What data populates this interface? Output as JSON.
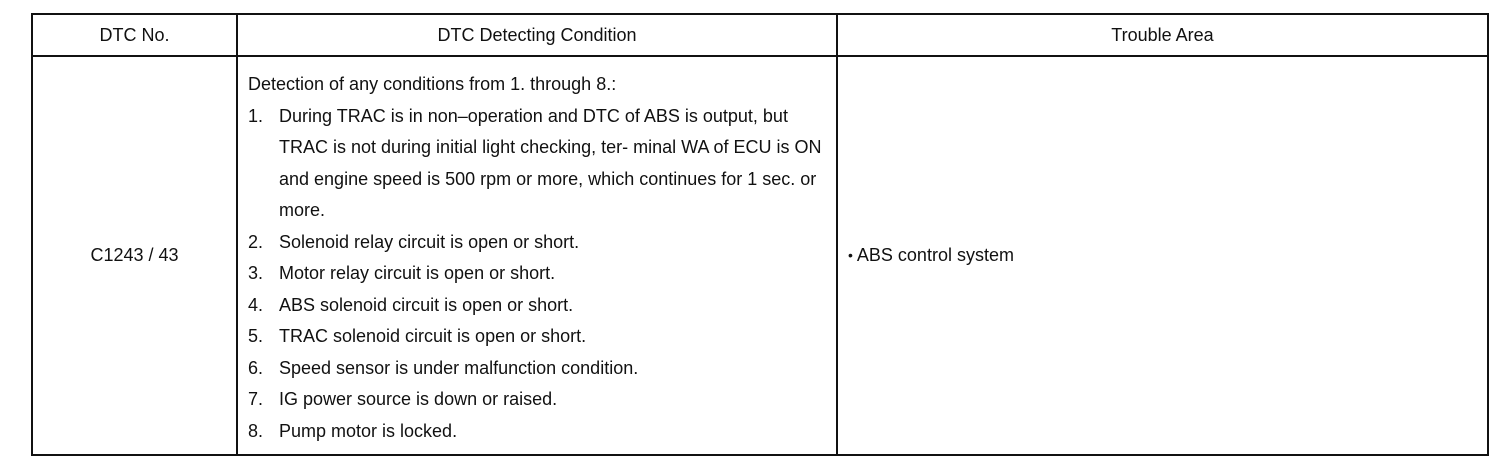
{
  "table": {
    "headers": {
      "code": "DTC No.",
      "condition": "DTC Detecting Condition",
      "area": "Trouble Area"
    },
    "row": {
      "code": "C1243 / 43",
      "condition_intro": "Detection of any conditions from 1. through 8.:",
      "conditions": [
        {
          "num": "1.",
          "text": "During TRAC is in non–operation and DTC of ABS is output, but TRAC is not during initial light checking, ter- minal WA of ECU is ON and engine speed is 500 rpm or more, which continues for 1 sec. or more."
        },
        {
          "num": "2.",
          "text": "Solenoid relay circuit is open or short."
        },
        {
          "num": "3.",
          "text": "Motor relay circuit is open or short."
        },
        {
          "num": "4.",
          "text": "ABS solenoid circuit is open or short."
        },
        {
          "num": "5.",
          "text": "TRAC solenoid circuit is open or short."
        },
        {
          "num": "6.",
          "text": "Speed sensor is under malfunction condition."
        },
        {
          "num": "7.",
          "text": "IG power source is down or raised."
        },
        {
          "num": "8.",
          "text": "Pump motor is locked."
        }
      ],
      "area_bullet": "•",
      "area": "ABS control system"
    }
  }
}
